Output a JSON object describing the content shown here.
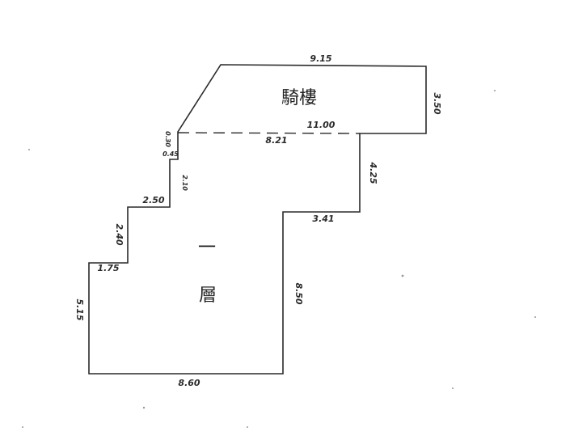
{
  "plan": {
    "rooms": {
      "arcade": "騎樓",
      "floor_number": "一",
      "floor_word": "層"
    },
    "dimensions": {
      "arcade_top": "9.15",
      "arcade_right": "3.50",
      "arcade_split_right": "11.00",
      "arcade_split_left": "8.21",
      "notch_top": "0.30",
      "notch_mid": "0.45",
      "left_upper_vertical": "2.10",
      "left_step_upper": "2.50",
      "left_step_vertical": "2.40",
      "left_step_lower": "1.75",
      "left_wall": "5.15",
      "bottom_wall": "8.60",
      "right_lower_wall": "8.50",
      "right_step": "3.41",
      "right_upper_wall": "4.25"
    }
  }
}
